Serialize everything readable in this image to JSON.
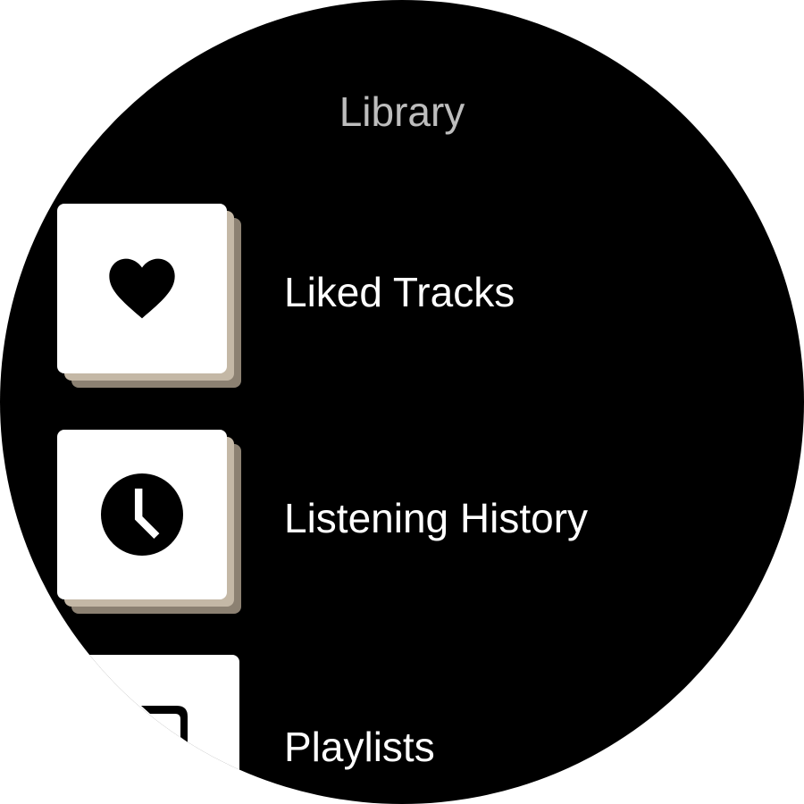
{
  "header": {
    "title": "Library"
  },
  "items": [
    {
      "label": "Liked Tracks",
      "icon": "heart-icon"
    },
    {
      "label": "Listening History",
      "icon": "clock-icon"
    },
    {
      "label": "Playlists",
      "icon": "playlist-icon"
    }
  ],
  "colors": {
    "background": "#000000",
    "title": "#bdbdbd",
    "card": "#ffffff",
    "stack_light": "#c4b8a6",
    "stack_dark": "#8c8172"
  }
}
